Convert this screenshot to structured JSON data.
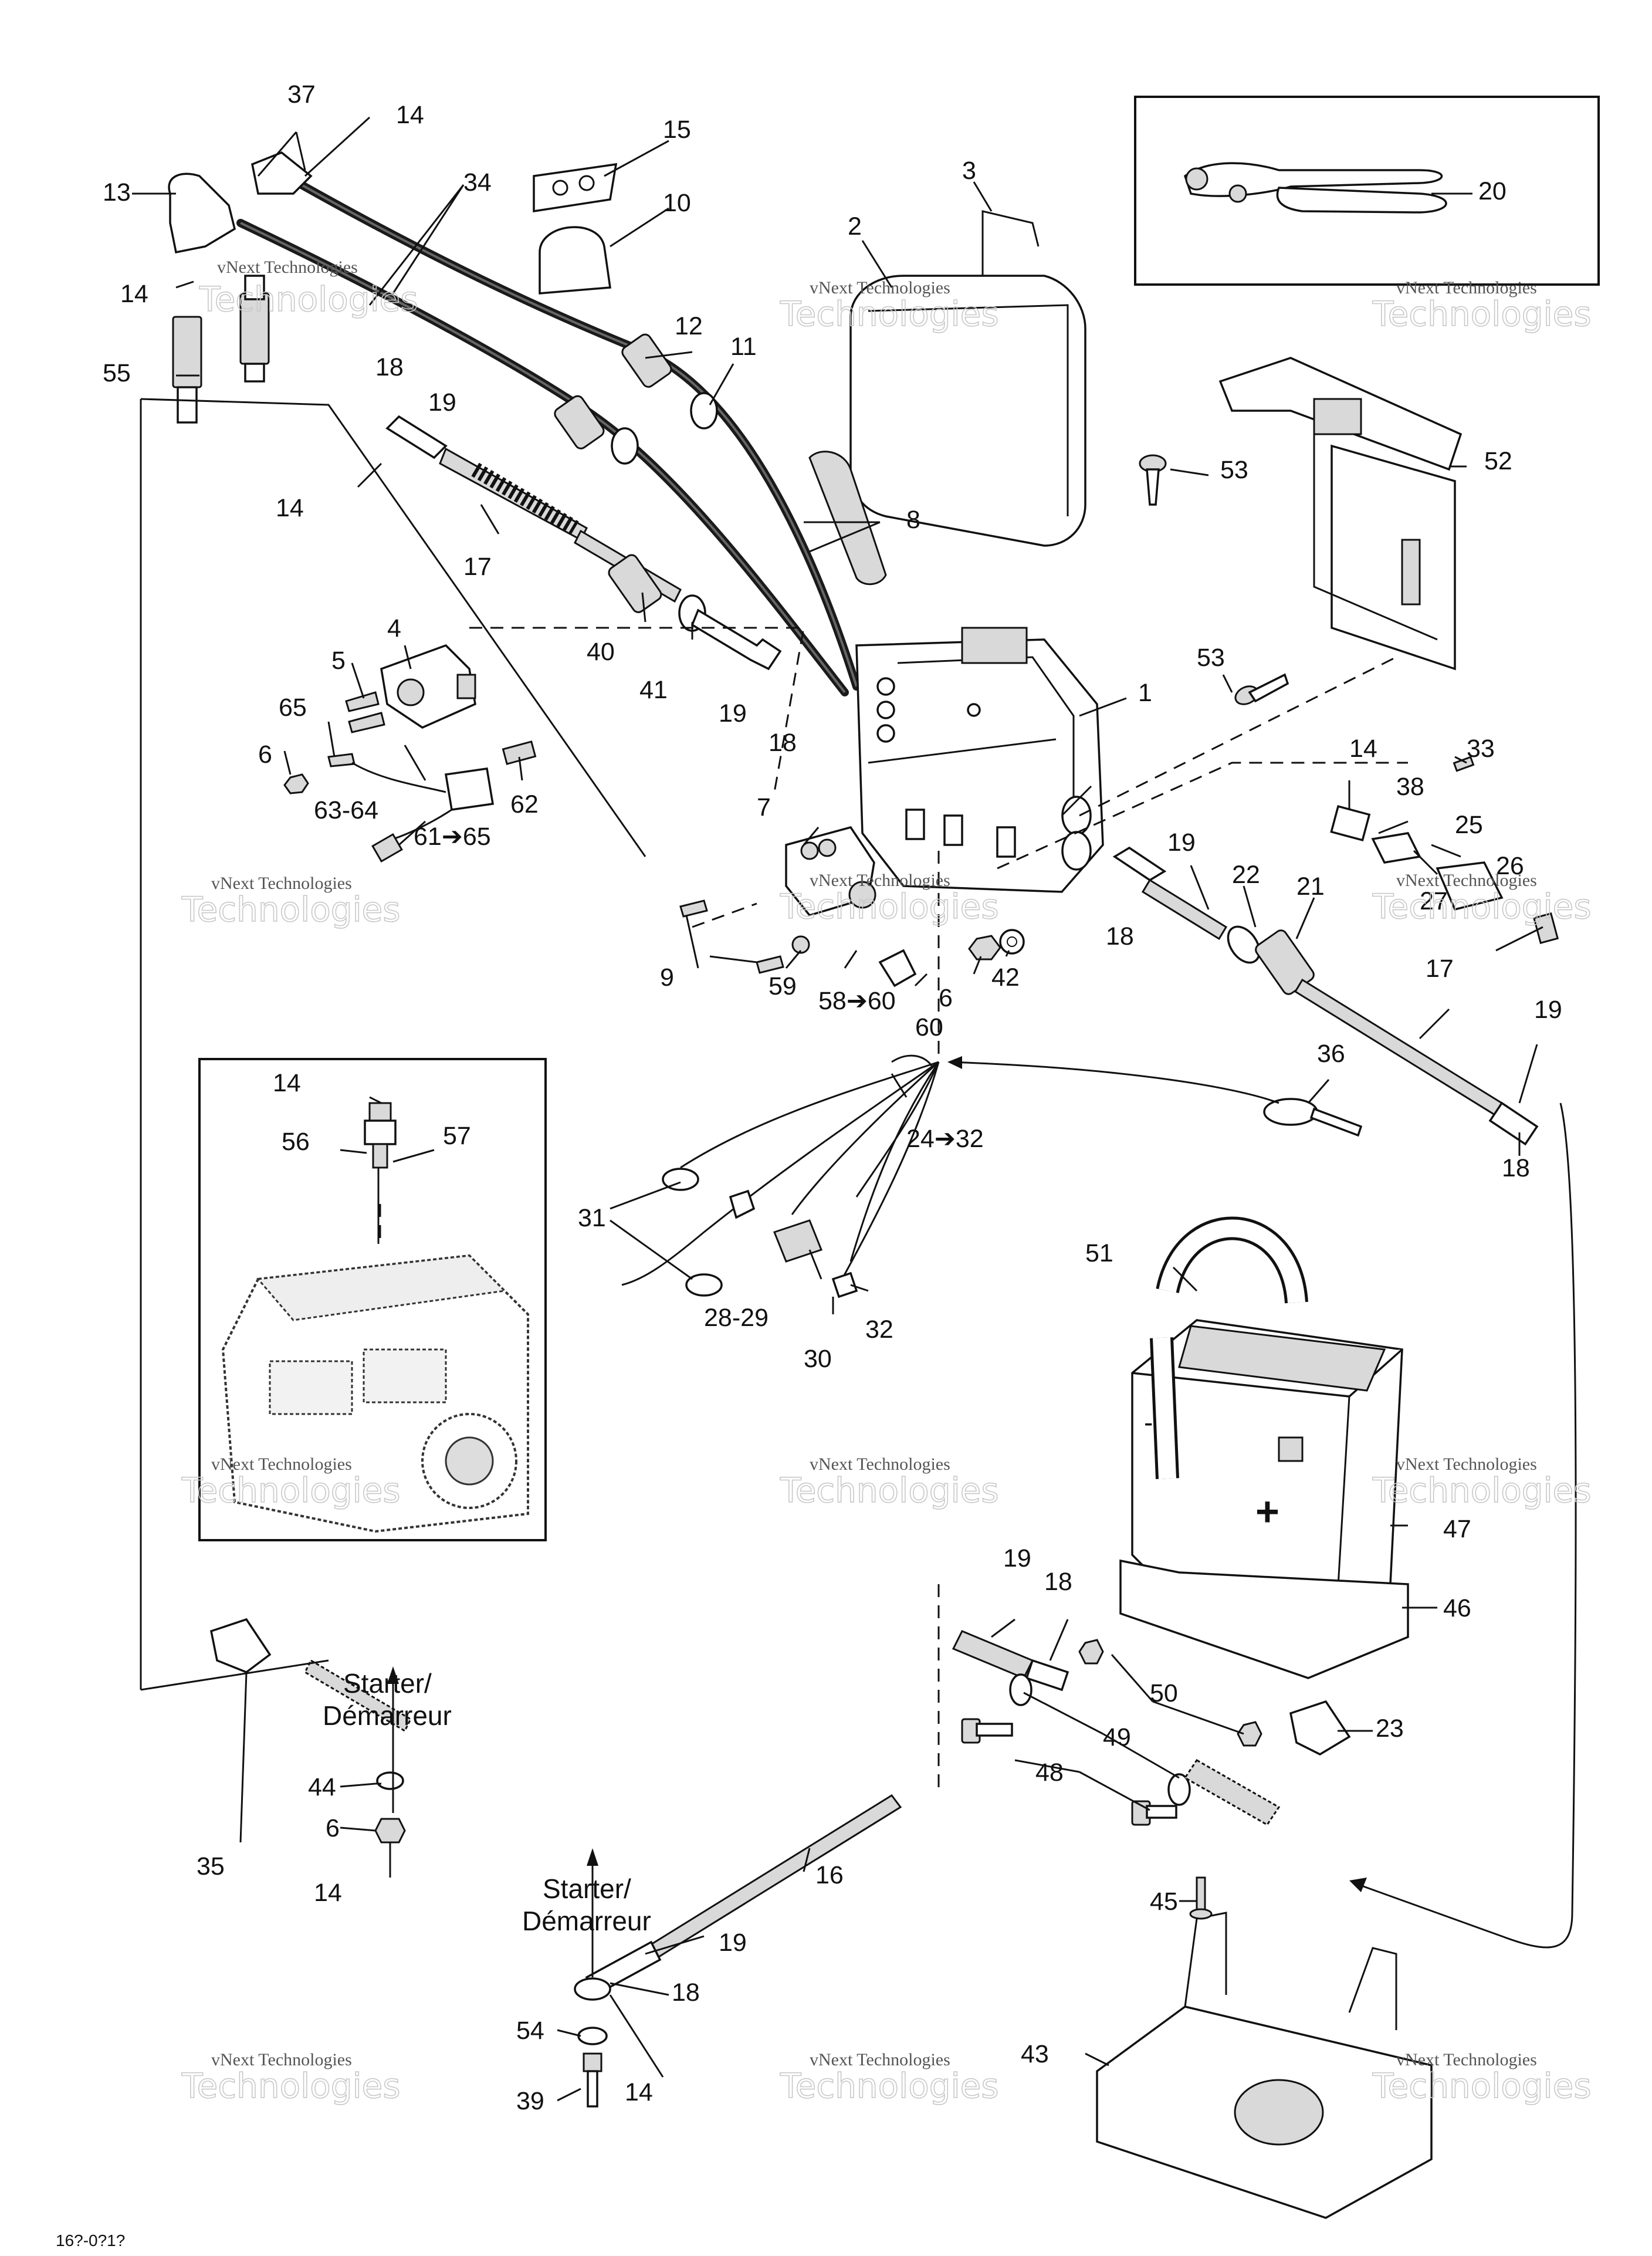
{
  "diagram": {
    "watermark": {
      "line1": "vNext Technologies",
      "line2": "Technologies"
    },
    "callouts": {
      "c1": "1",
      "c2": "2",
      "c3": "3",
      "c4": "4",
      "c5": "5",
      "c6a": "6",
      "c6b": "6",
      "c6c": "6",
      "c7": "7",
      "c8": "8",
      "c9": "9",
      "c10": "10",
      "c11": "11",
      "c12": "12",
      "c13": "13",
      "c14a": "14",
      "c14b": "14",
      "c14c": "14",
      "c14d": "14",
      "c14e": "14",
      "c14f": "14",
      "c14g": "14",
      "c15": "15",
      "c16": "16",
      "c17a": "17",
      "c17b": "17",
      "c18a": "18",
      "c18b": "18",
      "c18c": "18",
      "c18d": "18",
      "c18e": "18",
      "c18f": "18",
      "c19a": "19",
      "c19b": "19",
      "c19c": "19",
      "c19d": "19",
      "c19e": "19",
      "c19f": "19",
      "c20": "20",
      "c21": "21",
      "c22": "22",
      "c23": "23",
      "c24": "24➔32",
      "c25": "25",
      "c26": "26",
      "c27": "27",
      "c28": "28-29",
      "c30": "30",
      "c31": "31",
      "c32": "32",
      "c33": "33",
      "c34": "34",
      "c35": "35",
      "c36": "36",
      "c37": "37",
      "c38": "38",
      "c39": "39",
      "c40": "40",
      "c41": "41",
      "c42": "42",
      "c43": "43",
      "c44": "44",
      "c45": "45",
      "c46": "46",
      "c47": "47",
      "c48": "48",
      "c49": "49",
      "c50": "50",
      "c51": "51",
      "c52": "52",
      "c53a": "53",
      "c53b": "53",
      "c54": "54",
      "c55": "55",
      "c56": "56",
      "c57": "57",
      "c58": "58➔60",
      "c59": "59",
      "c60": "60",
      "c61": "61➔65",
      "c62": "62",
      "c63": "63-64",
      "c65": "65"
    },
    "starter_left": {
      "line1": "Starter/",
      "line2": "Démarreur"
    },
    "starter_mid": {
      "line1": "Starter/",
      "line2": "Démarreur"
    },
    "battery_minus": "-",
    "battery_plus": "+",
    "footer_code": "16?-0?1?"
  }
}
